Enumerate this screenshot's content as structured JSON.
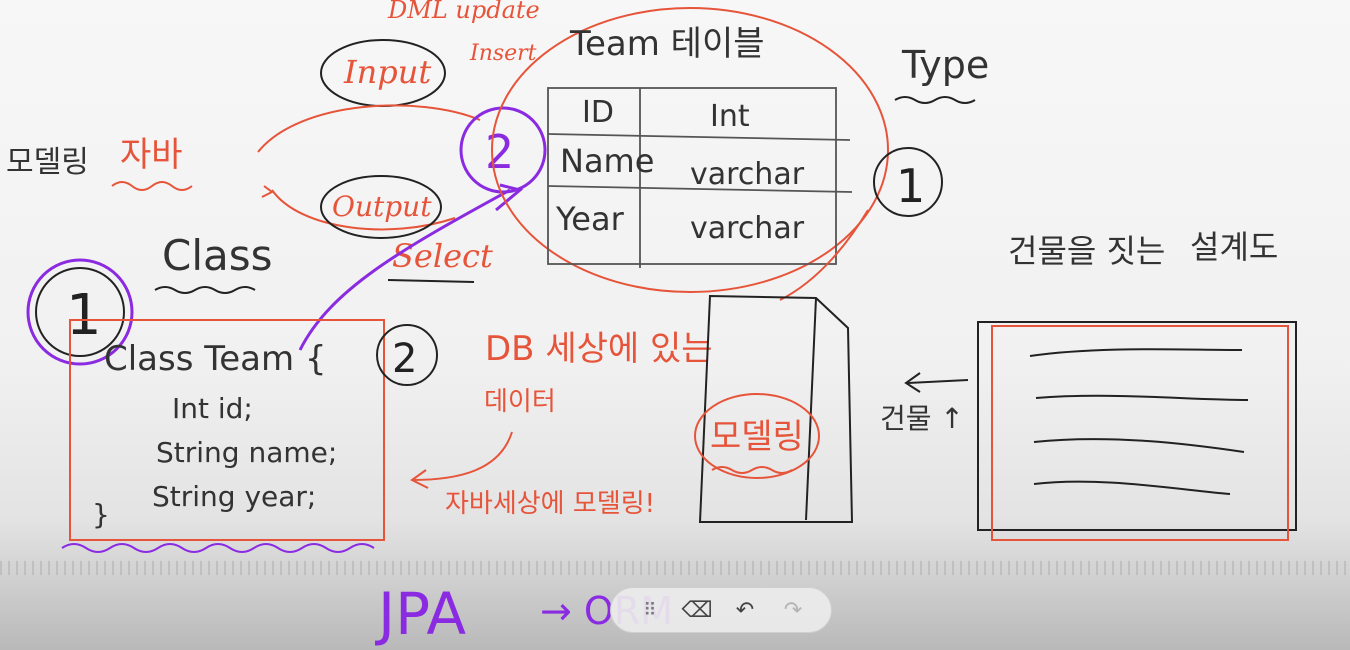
{
  "whiteboard": {
    "top_left": {
      "dml_update": "DML update",
      "insert": "Insert",
      "input": "Input",
      "output": "Output",
      "select": "Select",
      "modeling": "모델링",
      "java": "자바",
      "class": "Class",
      "number_2": "2",
      "number_1": "1"
    },
    "team_table": {
      "title": "Team 테이블",
      "rows": [
        {
          "name": "ID",
          "type": "Int"
        },
        {
          "name": "Name",
          "type": "varchar"
        },
        {
          "name": "Year",
          "type": "varchar"
        }
      ],
      "type_label": "Type",
      "number_1": "1"
    },
    "class_team": {
      "lines": [
        "Class Team {",
        "Int id;",
        "String name;",
        "String year;",
        "}"
      ],
      "number_2": "2"
    },
    "db_note": {
      "line1": "DB 세상에 있는",
      "line2": "데이터",
      "arrow_note": "자바세상에 모델링!"
    },
    "building": {
      "box_label": "모델링",
      "left_note": "건물 ↑",
      "blueprint_label": "건물을 짓는",
      "blueprint_label2": "설계도"
    },
    "bottom_note": {
      "jpa": "JPA",
      "arrow": "→ ORM"
    }
  },
  "toolbar": {
    "drag_handle": "⠿",
    "eraser": "⌫",
    "undo": "↶",
    "redo": "↷"
  }
}
